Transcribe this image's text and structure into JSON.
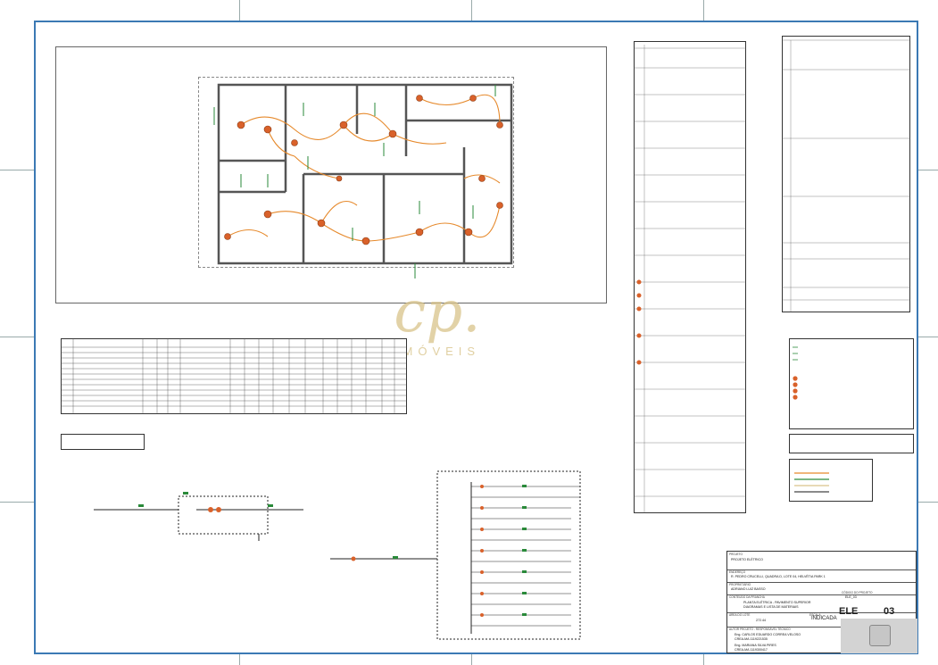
{
  "watermark": {
    "logo": "cp.",
    "brand": "IMÓVEIS"
  },
  "title_block": {
    "project_label": "PROJETO",
    "project_value": "PROJETO ELÉTRICO",
    "address_label": "ENDEREÇO",
    "address_value": "R. PEDRO CRUCELLI, QUADRA D, LOTE 04, HELVÉTIA PARK 1",
    "owner_label": "PROPRIETÁRIO",
    "owner_value": "ADRIANO LUIZ BASSO",
    "content_label": "CONTEÚDO DA PRANCHA",
    "content_line1": "PLANTA ELÉTRICA - PAVIMENTO SUPERIOR",
    "content_line2": "DIAGRAMAS E LISTA DE MATERIAIS",
    "area_label": "ÁREA DO LOTE",
    "area_value": "272.44",
    "scale_label": "ESCALA",
    "scale_value": "INDICADA",
    "author_label": "AUTOR PROJETO - RESPONSÁVEL TÉCNICO",
    "engineer1": "Eng. CARLOS EDUARDO CORREA VELOSO",
    "crea1": "CREA-MA 1119221535",
    "engineer2": "Eng. MARIANA SILVA PIRES",
    "crea2": "CREA-MA 1119300417",
    "discipline": "ELE",
    "sheet": "03",
    "code_label": "CÓDIGO DO PROJETO",
    "code_value": "ELE_03"
  },
  "colors": {
    "border": "#3b79b4",
    "wiring": "#e6892b",
    "component": "#d9612a",
    "ground": "#2a8a3a",
    "watermark": "#d9c48a"
  }
}
